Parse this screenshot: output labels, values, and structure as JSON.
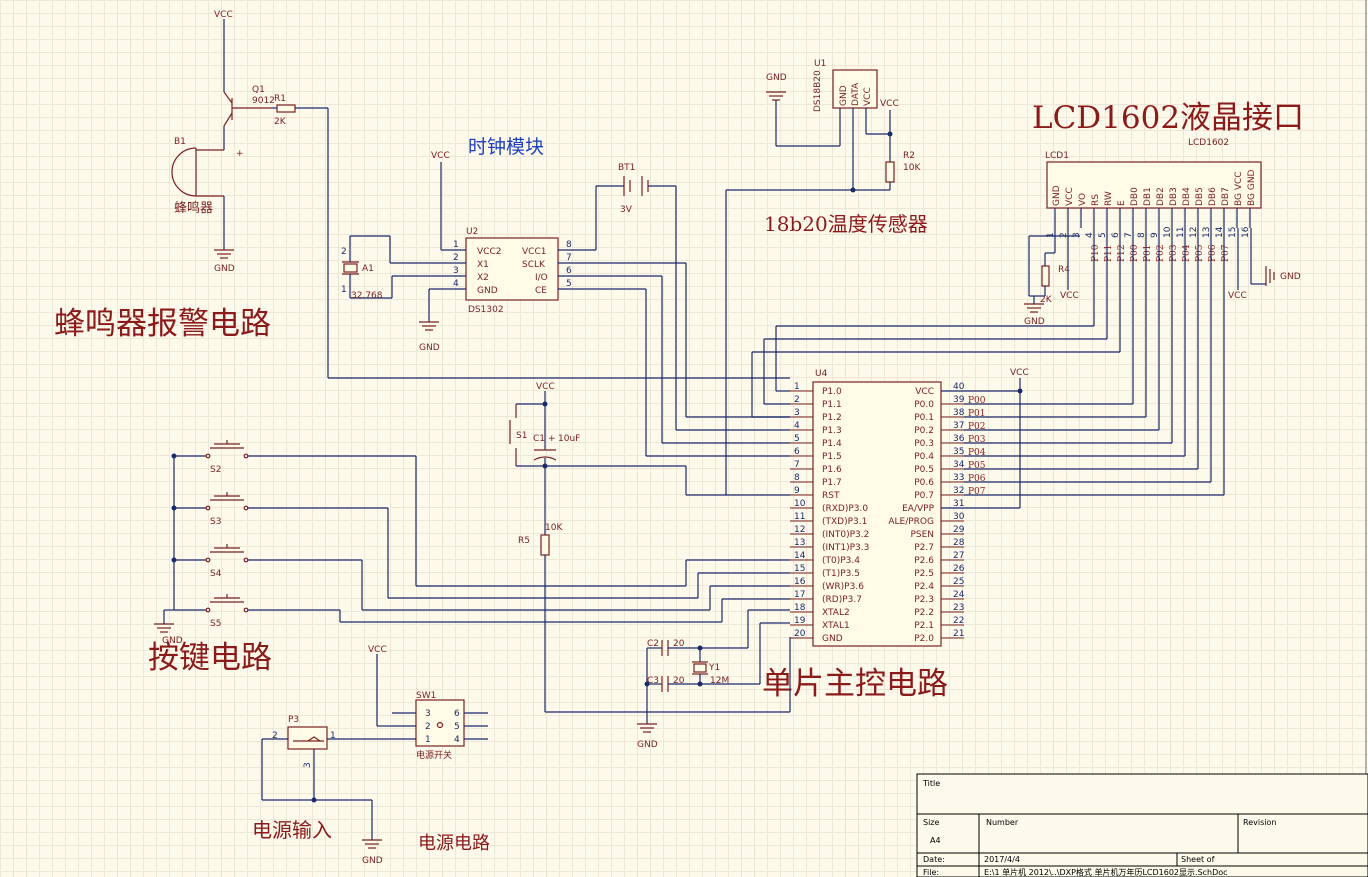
{
  "labels": {
    "buzzer_title": "蜂鸣器报警电路",
    "keys_title": "按键电路",
    "mcu_title": "单片主控电路",
    "lcd_title": "LCD1602液晶接口",
    "temp_title": "18b20温度传感器",
    "clock_title": "时钟模块",
    "power_input": "电源输入",
    "power_circuit": "电源电路",
    "buzzer_name": "蜂鸣器",
    "power_switch": "电源开关"
  },
  "components": {
    "q1": "Q1",
    "q1_val": "9012",
    "r1": "R1",
    "r1_val": "2K",
    "b1": "B1",
    "u2": "U2",
    "u2_part": "DS1302",
    "u2_pins": [
      "VCC2",
      "X1",
      "X2",
      "GND",
      "VCC1",
      "SCLK",
      "I/O",
      "CE"
    ],
    "a1": "A1",
    "a1_val": "32.768",
    "bt1": "BT1",
    "bt1_val": "3V",
    "u1": "U1",
    "u1_part": "DS18B20",
    "u1_pins": [
      "GND",
      "DATA",
      "VCC"
    ],
    "r2": "R2",
    "r2_val": "10K",
    "lcd1": "LCD1",
    "lcd1_part": "LCD1602",
    "lcd_pins": [
      "GND",
      "VCC",
      "VO",
      "RS",
      "RW",
      "E",
      "DB0",
      "DB1",
      "DB2",
      "DB3",
      "DB4",
      "DB5",
      "DB6",
      "DB7",
      "BG VCC",
      "BG GND"
    ],
    "r4": "R4",
    "r4_val": "2K",
    "u4": "U4",
    "u4_left": [
      "P1.0",
      "P1.1",
      "P1.2",
      "P1.3",
      "P1.4",
      "P1.5",
      "P1.6",
      "P1.7",
      "RST",
      "(RXD)P3.0",
      "(TXD)P3.1",
      "(INT0)P3.2",
      "(INT1)P3.3",
      "(T0)P3.4",
      "(T1)P3.5",
      "(WR)P3.6",
      "(RD)P3.7",
      "XTAL2",
      "XTAL1",
      "GND"
    ],
    "u4_right": [
      "VCC",
      "P0.0",
      "P0.1",
      "P0.2",
      "P0.3",
      "P0.4",
      "P0.5",
      "P0.6",
      "P0.7",
      "EA/VPP",
      "ALE/PROG",
      "PSEN",
      "P2.7",
      "P2.6",
      "P2.5",
      "P2.4",
      "P2.3",
      "P2.2",
      "P2.1",
      "P2.0"
    ],
    "p0_nets": [
      "P00",
      "P01",
      "P02",
      "P03",
      "P04",
      "P05",
      "P06",
      "P07"
    ],
    "lcd_nets": [
      "P10",
      "P11",
      "P12",
      "P00",
      "P01",
      "P02",
      "P03",
      "P04",
      "P05",
      "P06",
      "P07"
    ],
    "s1": "S1",
    "c1": "C1",
    "c1_val": "10uF",
    "r5": "R5",
    "r5_val": "10K",
    "c2": "C2",
    "c2_val": "20",
    "c3": "C3",
    "c3_val": "20",
    "y1": "Y1",
    "y1_val": "12M",
    "keys": [
      "S2",
      "S3",
      "S4",
      "S5"
    ],
    "sw1": "SW1",
    "p3": "P3"
  },
  "power": {
    "vcc": "VCC",
    "gnd": "GND"
  },
  "title_block": {
    "title_label": "Title",
    "size_label": "Size",
    "size_val": "A4",
    "number_label": "Number",
    "revision_label": "Revision",
    "date_label": "Date:",
    "date_val": "2017/4/4",
    "sheet_label": "Sheet    of",
    "file_label": "File:",
    "file_val": "E:\\1 单片机 2012\\..\\DXP格式 单片机万年历LCD1602显示.SchDoc"
  },
  "colors": {
    "wire": "#1b2a6b",
    "component": "#7a2222",
    "heading": "#8b1a1a",
    "blue_label": "#2040c0",
    "sheet": "#fdfaec",
    "grid": "#ece7d6"
  }
}
